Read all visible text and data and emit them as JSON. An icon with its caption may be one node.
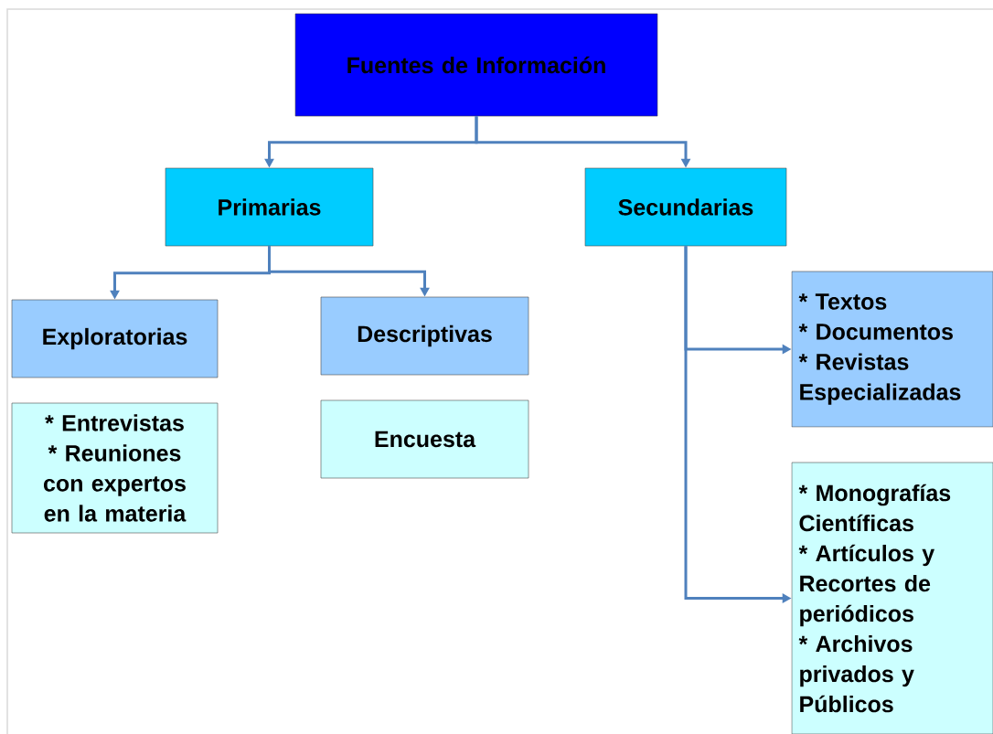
{
  "diagram": {
    "nodes": [
      {
        "text": [
          "Fuentes de Información"
        ]
      },
      {
        "text": [
          "Primarias"
        ]
      },
      {
        "text": [
          "Secundarias"
        ]
      },
      {
        "text": [
          "Exploratorias"
        ]
      },
      {
        "text": [
          "Descriptivas"
        ]
      },
      {
        "text": [
          "* Entrevistas",
          "* Reuniones con expertos en la materia"
        ]
      },
      {
        "text": [
          "Encuesta"
        ]
      },
      {
        "text": [
          "* Textos",
          "* Documentos",
          "* Revistas Especializadas"
        ]
      },
      {
        "text": [
          "* Monografías Científicas",
          "* Artículos y Recortes de periódicos",
          "* Archivos privados y Públicos"
        ]
      }
    ],
    "edges": [
      {
        "from": 0,
        "to": 1,
        "arrow": "to"
      },
      {
        "from": 0,
        "to": 2,
        "arrow": "to"
      },
      {
        "from": 1,
        "to": 3,
        "arrow": "to"
      },
      {
        "from": 1,
        "to": 4,
        "arrow": "to"
      },
      {
        "from": 2,
        "to": 7,
        "arrow": "to"
      },
      {
        "from": 2,
        "to": 8,
        "arrow": "to"
      }
    ]
  }
}
